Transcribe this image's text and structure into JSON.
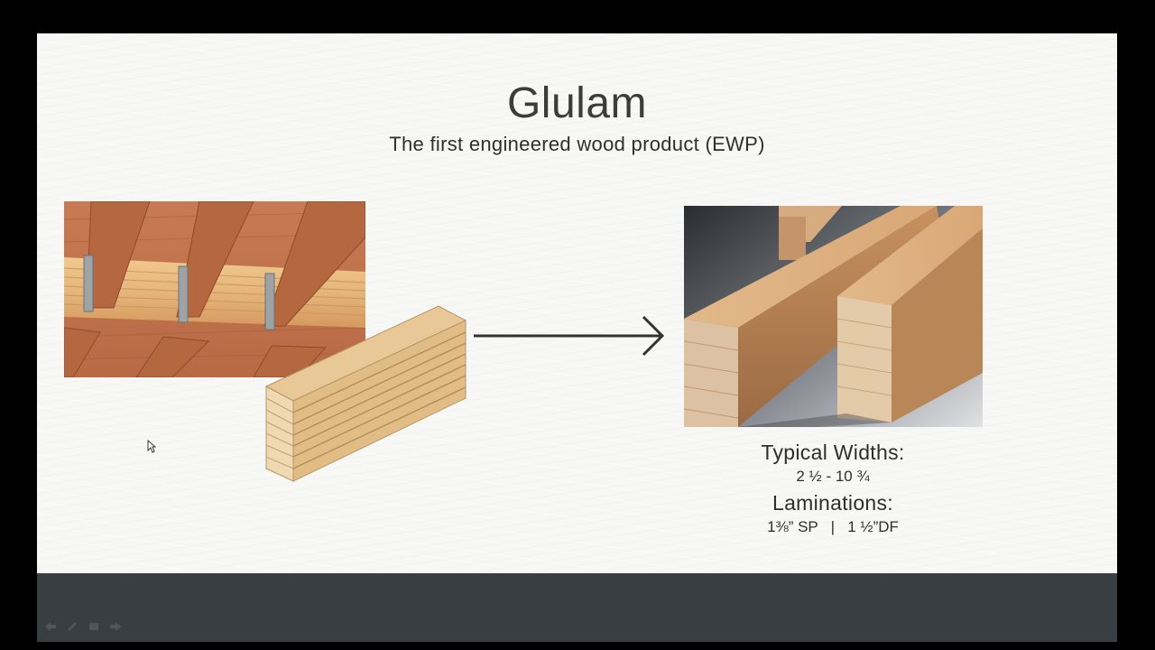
{
  "slide": {
    "title": "Glulam",
    "subtitle": "The first engineered wood product (EWP)"
  },
  "specs": {
    "widths_label": "Typical Widths:",
    "widths_value": "2 ½ - 10 ¾",
    "laminations_label": "Laminations:",
    "laminations_value": "1⅜” SP   |   1 ½”DF"
  },
  "nav": {
    "icons": [
      "previous-slide-icon",
      "pen-icon",
      "slide-menu-icon",
      "next-slide-icon"
    ]
  },
  "colors": {
    "frame": "#000000",
    "slide_background": "#f7f7f5",
    "bottom_bar": "#383e42",
    "title_text": "#3c3c3c",
    "arrow": "#2f3336"
  }
}
